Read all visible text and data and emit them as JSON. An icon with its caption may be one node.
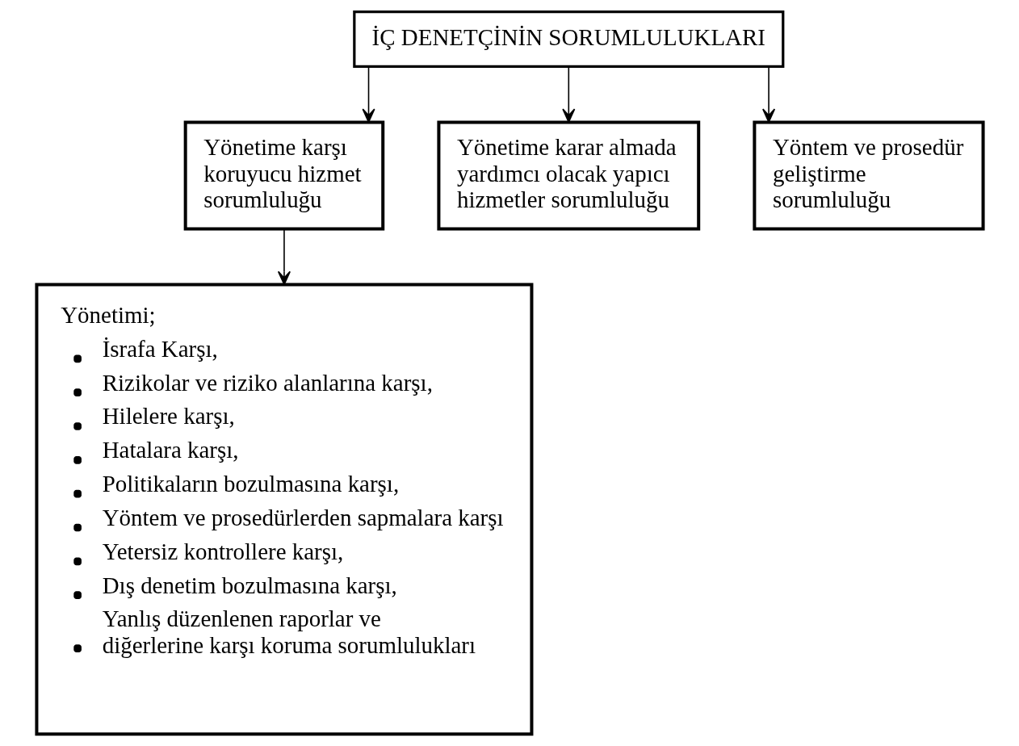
{
  "diagram": {
    "nodes": [
      {
        "text": [
          "İÇ DENETÇİNİN SORUMLULUKLARI"
        ]
      },
      {
        "text": [
          "Yönetime karşı koruyucu hizmet sorumluluğu"
        ]
      },
      {
        "text": [
          "Yönetime karar almada yardımcı olacak yapıcı hizmetler sorumluluğu"
        ]
      },
      {
        "text": [
          "Yöntem ve prosedür geliştirme sorumluluğu"
        ]
      },
      {
        "text": [
          "Yönetimi;",
          "İsrafa Karşı,",
          "Rizikolar ve riziko alanlarına karşı,",
          "Hilelere karşı,",
          "Hatalara karşı,",
          "Politikaların bozulmasına karşı,",
          "Yöntem ve prosedürlerden sapmalara karşı",
          "Yetersiz kontrollere karşı,",
          "Dış denetim bozulmasına karşı,",
          "Yanlış düzenlenen raporlar ve diğerlerine karşı koruma sorumlulukları"
        ]
      }
    ],
    "edges": [
      {
        "from": 0,
        "to": 1,
        "arrow": "to"
      },
      {
        "from": 0,
        "to": 2,
        "arrow": "to"
      },
      {
        "from": 0,
        "to": 3,
        "arrow": "to"
      },
      {
        "from": 1,
        "to": 4,
        "arrow": "to"
      }
    ]
  }
}
